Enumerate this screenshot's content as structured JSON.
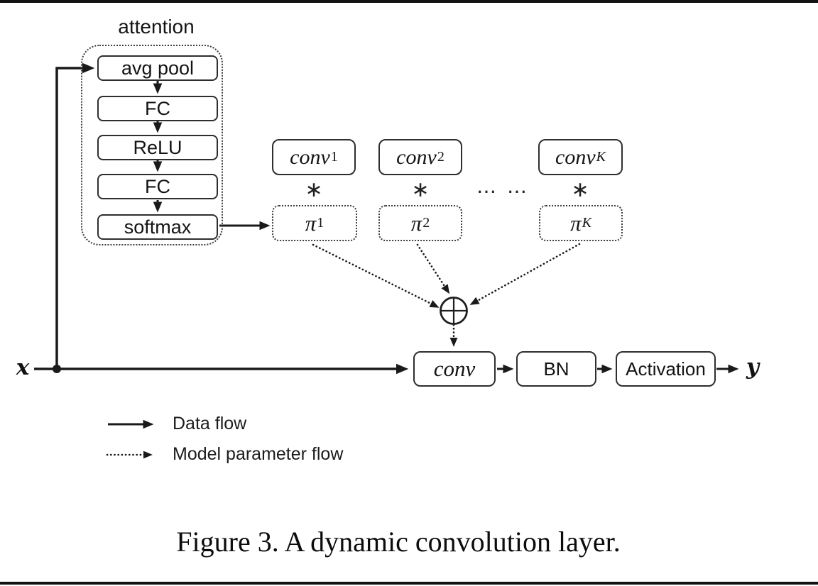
{
  "figure": {
    "caption": "Figure 3. A dynamic convolution layer."
  },
  "attention": {
    "title": "attention",
    "layers": [
      "avg pool",
      "FC",
      "ReLU",
      "FC",
      "softmax"
    ]
  },
  "experts": [
    {
      "base": "conv",
      "sub": "1"
    },
    {
      "base": "conv",
      "sub": "2"
    },
    {
      "base": "conv",
      "sub": "K"
    }
  ],
  "weights": [
    {
      "base": "π",
      "sub": "1"
    },
    {
      "base": "π",
      "sub": "2"
    },
    {
      "base": "π",
      "sub": "K"
    }
  ],
  "operators": {
    "convolve": "∗",
    "ellipsis": "… …",
    "sum": "⊕"
  },
  "pipeline": {
    "conv": "conv",
    "bn": "BN",
    "activation": "Activation"
  },
  "io": {
    "input": "x",
    "output": "y"
  },
  "legend": {
    "items": [
      {
        "style": "solid",
        "label": "Data flow"
      },
      {
        "style": "dotted",
        "label": "Model parameter flow"
      }
    ]
  },
  "colors": {
    "ink": "#1a1a1a",
    "background": "#ffffff"
  }
}
